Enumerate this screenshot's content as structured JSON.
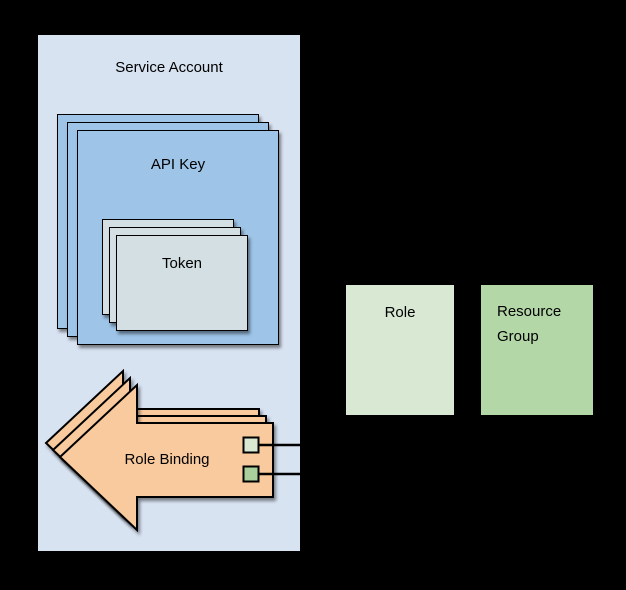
{
  "diagram": {
    "service_account": {
      "label": "Service Account"
    },
    "api_key": {
      "label": "API Key",
      "stack_count": 3
    },
    "token": {
      "label": "Token",
      "stack_count": 3
    },
    "role_binding": {
      "label": "Role Binding",
      "stack_count": 3
    },
    "role": {
      "label": "Role"
    },
    "resource_group": {
      "label": "Resource Group"
    },
    "connectors": {
      "role_port_to_role": "black line",
      "resource_group_port_to_resource_group": "black line"
    }
  },
  "colors": {
    "background": "#000000",
    "service_account_fill": "#d8e3f2",
    "api_key_fill": "#9ec4e7",
    "token_fill": "#d4dfe3",
    "role_binding_fill": "#f8ca9e",
    "role_fill": "#d8e8d3",
    "resource_group_fill": "#b4d7a8",
    "role_port_fill": "#d8e8d3",
    "resource_group_port_fill": "#a9cf9c",
    "stroke": "#000000"
  }
}
